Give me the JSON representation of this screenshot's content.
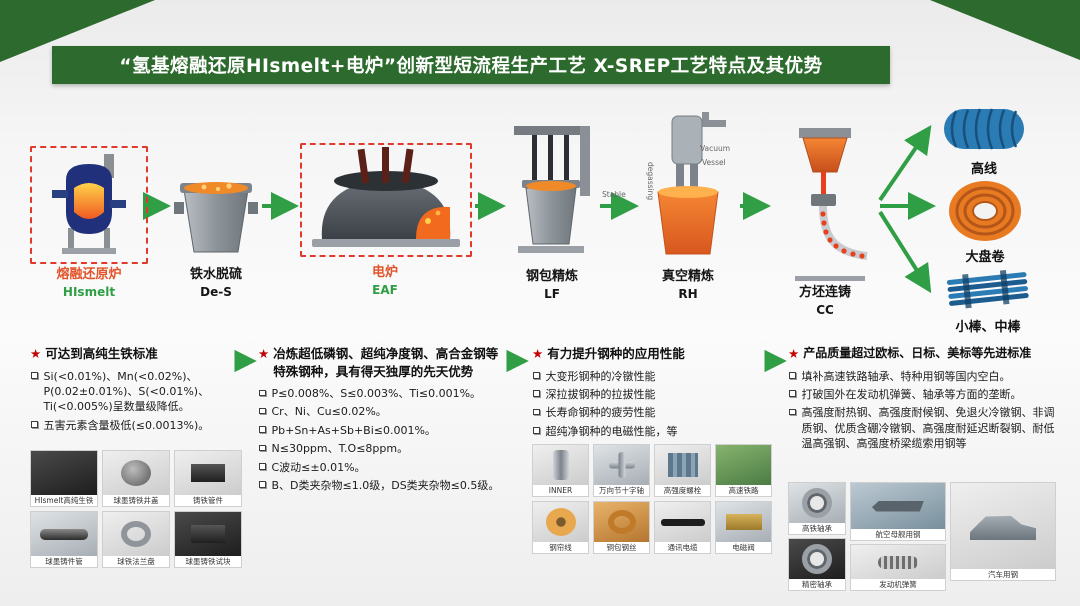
{
  "theme": {
    "banner_green": "#2d6a2e",
    "arrow_green": "#2f9e44",
    "accent_red": "#e2542b",
    "code_green": "#2f9e44",
    "star_red": "#c00404"
  },
  "icons": {
    "star": "★"
  },
  "header": {
    "title": "“氢基熔融还原HIsmelt+电炉”创新型短流程生产工艺 X-SREP工艺特点及其优势"
  },
  "flow": {
    "steps": [
      {
        "name": "熔融还原炉",
        "code": "HIsmelt"
      },
      {
        "name": "铁水脱硫",
        "code": "De-S"
      },
      {
        "name": "电炉",
        "code": "EAF"
      },
      {
        "name": "钢包精炼",
        "code": "LF"
      },
      {
        "name": "真空精炼",
        "code": "RH"
      },
      {
        "name": "方坯连铸",
        "code": "CC"
      }
    ],
    "rh_annotations": {
      "vacuum": "Vacuum",
      "vessel": "Vessel",
      "degassing": "degassing",
      "stable": "Stable"
    },
    "products": [
      {
        "label": "高线"
      },
      {
        "label": "大盘卷"
      },
      {
        "label": "小棒、中棒"
      }
    ]
  },
  "panels": [
    {
      "title": "可达到高纯生铁标准",
      "bullets": [
        "Si(<0.01%)、Mn(<0.02%)、P(0.02±0.01%)、S(<0.01%)、Ti(<0.005%)呈数量级降低。",
        "五害元素含量极低(≤0.0013%)。"
      ],
      "photos": [
        "HIsmelt高纯生铁",
        "球墨铸铁井盖",
        "铸铁管件",
        "球墨铸件管",
        "球铁法兰盘",
        "球墨铸铁试块"
      ]
    },
    {
      "title": "冶炼超低磷钢、超纯净度钢、高合金钢等特殊钢种，具有得天独厚的先天优势",
      "bullets": [
        "P≤0.008%、S≤0.003%、Ti≤0.001%。",
        "Cr、Ni、Cu≤0.02%。",
        "Pb+Sn+As+Sb+Bi≤0.001%。",
        "N≤30ppm、T.O≤8ppm。",
        "C波动≤±0.01%。",
        "B、D类夹杂物≤1.0级，DS类夹杂物≤0.5级。"
      ]
    },
    {
      "title": "有力提升钢种的应用性能",
      "bullets": [
        "大变形钢种的冷镦性能",
        "深拉拔钢种的拉拔性能",
        "长寿命钢种的疲劳性能",
        "超纯净钢种的电磁性能，等"
      ],
      "photos": [
        "INNER",
        "万向节十字轴",
        "高强度螺栓",
        "高速铁路",
        "钢帘线",
        "铜包钢丝",
        "通讯电缆",
        "电磁阀"
      ]
    },
    {
      "title": "产品质量超过欧标、日标、美标等先进标准",
      "bullets": [
        "填补高速铁路轴承、特种用钢等国内空白。",
        "打破国外在发动机弹簧、轴承等方面的垄断。",
        "高强度耐热钢、高强度耐候钢、免退火冷镦钢、非调质钢、优质含硼冷镦钢、高强度耐延迟断裂钢、耐低温高强钢、高强度桥梁缆索用钢等"
      ],
      "photos": [
        "高铁轴承",
        "精密轴承",
        "航空母舰用钢",
        "发动机弹簧",
        "汽车用钢"
      ]
    }
  ]
}
